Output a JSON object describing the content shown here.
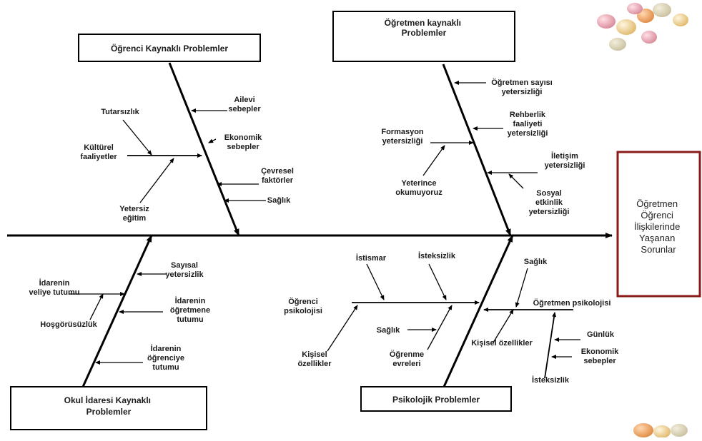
{
  "spine": {
    "result": [
      "Öğretmen",
      "Öğrenci",
      "İlişkilerinde",
      "Yaşanan",
      "Sorunlar"
    ],
    "result_border_color": "#8b1a1a"
  },
  "categories": {
    "ogrenci": [
      "Öğrenci  Kaynaklı  Problemler"
    ],
    "ogretmen": [
      "Öğretmen kaynaklı",
      "Problemler"
    ],
    "okul": [
      "Okul İdaresi  Kaynaklı",
      "Problemler"
    ],
    "psikolojik": [
      "Psikolojik  Problemler"
    ]
  },
  "causes": {
    "ailevi": [
      "Ailevi",
      "sebepler"
    ],
    "tutarsizlik": [
      "Tutarsızlık"
    ],
    "ekonomik": [
      "Ekonomik",
      "sebepler"
    ],
    "kulturel": [
      "Kültürel",
      "faaliyetler"
    ],
    "cevresel": [
      "Çevresel",
      "faktörler"
    ],
    "saglik1": [
      "Sağlık"
    ],
    "yetersiz_egitim": [
      "Yetersiz",
      "eğitim"
    ],
    "ogretmen_sayisi": [
      "Öğretmen sayısı",
      "yetersizliği"
    ],
    "rehberlik": [
      "Rehberlik",
      "faaliyeti",
      "yetersizliği"
    ],
    "formasyon": [
      "Formasyon",
      "yetersizliği"
    ],
    "iletisim": [
      "İletişim",
      "yetersizliği"
    ],
    "yeterince": [
      "Yeterince",
      "okumuyoruz"
    ],
    "sosyal": [
      "Sosyal",
      "etkinlik",
      "yetersizliği"
    ],
    "sayisal": [
      "Sayısal",
      "yetersizlik"
    ],
    "idare_veli": [
      "İdarenin",
      "veliye tutumu"
    ],
    "idare_ogretmen": [
      "İdarenin",
      "öğretmene",
      "tutumu"
    ],
    "hosgoru": [
      "Hoşgörüsüzlük"
    ],
    "idare_ogrenci": [
      "İdarenin",
      "öğrenciye",
      "tutumu"
    ],
    "istismar": [
      "İstismar"
    ],
    "isteksizlik1": [
      "İsteksizlik"
    ],
    "saglik2": [
      "Sağlık"
    ],
    "ogrenci_psiko": [
      "Öğrenci",
      "psikolojisi"
    ],
    "ogretmen_psiko": [
      "Öğretmen psikolojisi"
    ],
    "saglik3": [
      "Sağlık"
    ],
    "kisisel1": [
      "Kişisel",
      "özellikler"
    ],
    "ogrenme": [
      "Öğrenme",
      "evreleri"
    ],
    "gunluk": [
      "Günlük"
    ],
    "kisisel2": [
      "Kişisel özellikler"
    ],
    "ekonomik2": [
      "Ekonomik",
      "sebepler"
    ],
    "isteksizlik2": [
      "İsteksizlik"
    ]
  },
  "colors": {
    "line": "#000000",
    "result_border": "#8b1a1a"
  },
  "icons": [
    "candy-eggs-decoration-icon"
  ]
}
